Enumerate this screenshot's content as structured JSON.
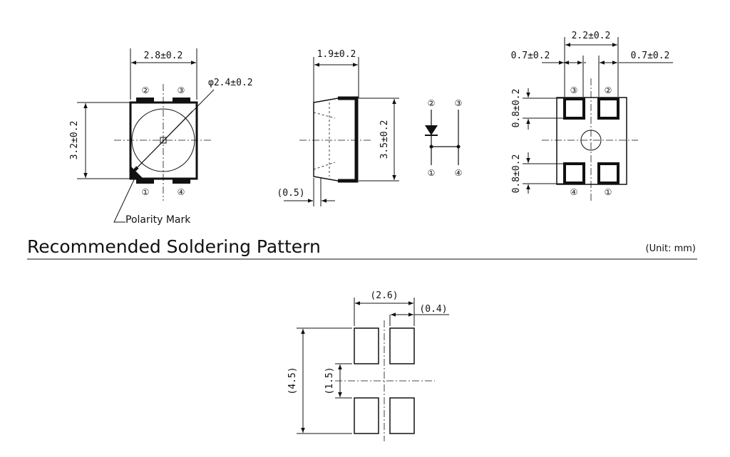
{
  "top_view": {
    "width": "2.8±0.2",
    "height": "3.2±0.2",
    "lens_diameter": "φ2.4±0.2",
    "pins_top": [
      "②",
      "③"
    ],
    "pins_bottom": [
      "①",
      "④"
    ],
    "polarity_label": "Polarity Mark"
  },
  "side_view": {
    "depth": "1.9±0.2",
    "height": "3.5±0.2",
    "lead": "(0.5)"
  },
  "schematic": {
    "pins_top": [
      "②",
      "③"
    ],
    "pins_bottom": [
      "①",
      "④"
    ]
  },
  "bottom_view": {
    "pad_span": "2.2±0.2",
    "left_offset": "0.7±0.2",
    "right_offset": "0.7±0.2",
    "pad_height_top": "0.8±0.2",
    "pad_height_bottom": "0.8±0.2",
    "pins_top": [
      "③",
      "②"
    ],
    "pins_bottom": [
      "④",
      "①"
    ]
  },
  "soldering": {
    "title": "Recommended Soldering Pattern",
    "unit": "(Unit: mm)",
    "width": "(2.6)",
    "gap": "(0.4)",
    "height": "(4.5)",
    "inner": "(1.5)"
  }
}
